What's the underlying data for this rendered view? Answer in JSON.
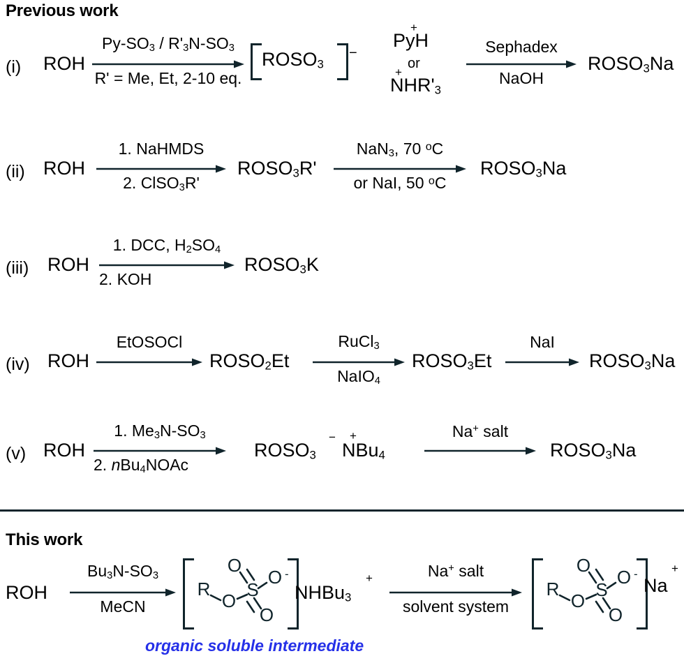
{
  "meta": {
    "figure_kind": "chemical reaction scheme",
    "background": "#ffffff",
    "ink": "#000000",
    "structure_ink": "#10242b",
    "accent_blue": "#2530e8"
  },
  "sections": {
    "previous": {
      "title": "Previous work"
    },
    "this": {
      "title": "This work"
    }
  },
  "rows": [
    {
      "label": "(i)",
      "start": "ROH",
      "steps": [
        {
          "above": "Py-SO3 / R'3N-SO3",
          "below": "R' = Me, Et, 2-10 eq."
        },
        {
          "above": "Sephadex",
          "below": "NaOH"
        }
      ],
      "intermediate_bracket": "ROSO3",
      "intermediate_charge": "−",
      "counterion_top": "PyH",
      "counterion_top_charge": "+",
      "counterion_or": "or",
      "counterion_bottom": "NHR'3",
      "counterion_bottom_charge": "+",
      "product": "ROSO3Na"
    },
    {
      "label": "(ii)",
      "start": "ROH",
      "steps": [
        {
          "above": "1. NaHMDS",
          "below": "2. ClSO3R'"
        },
        {
          "above": "NaN3, 70 °C",
          "below": "or NaI, 50 °C"
        }
      ],
      "intermediate": "ROSO3R'",
      "product": "ROSO3Na"
    },
    {
      "label": "(iii)",
      "start": "ROH",
      "steps": [
        {
          "above": "1. DCC, H2SO4",
          "below": "2. KOH"
        }
      ],
      "product": "ROSO3K"
    },
    {
      "label": "(iv)",
      "start": "ROH",
      "steps": [
        {
          "above": "EtOSOCl",
          "below": ""
        },
        {
          "above": "RuCl3",
          "below": "NaIO4"
        },
        {
          "above": "NaI",
          "below": ""
        }
      ],
      "intermediate1": "ROSO2Et",
      "intermediate2": "ROSO3Et",
      "product": "ROSO3Na"
    },
    {
      "label": "(v)",
      "start": "ROH",
      "steps": [
        {
          "above": "1. Me3N-SO3",
          "below": "2. nBu4NOAc"
        },
        {
          "above": "Na+ salt",
          "below": ""
        }
      ],
      "intermediate_anion": "ROSO3",
      "intermediate_anion_charge": "−",
      "counterion": "NBu4",
      "counterion_charge": "+",
      "product": "ROSO3Na"
    }
  ],
  "this_work_row": {
    "start": "ROH",
    "step1": {
      "above": "Bu3N-SO3",
      "below": "MeCN"
    },
    "step2": {
      "above": "Na+ salt",
      "below": "solvent system"
    },
    "intermediate_structure": {
      "atoms": [
        "R",
        "O",
        "S",
        "O",
        "O",
        "O"
      ],
      "labels": {
        "r": "R",
        "o_ester": "O",
        "s": "S",
        "o_top": "O",
        "o_bottom": "O",
        "o_minus": "O",
        "minus": "-"
      }
    },
    "intermediate_counterion": "NHBu3",
    "intermediate_counterion_charge": "+",
    "product_structure": {
      "labels": {
        "r": "R",
        "o_ester": "O",
        "s": "S",
        "o_top": "O",
        "o_bottom": "O",
        "o_minus": "O",
        "minus": "-"
      }
    },
    "product_counterion": "Na",
    "product_counterion_charge": "+",
    "caption": "organic soluble intermediate"
  }
}
